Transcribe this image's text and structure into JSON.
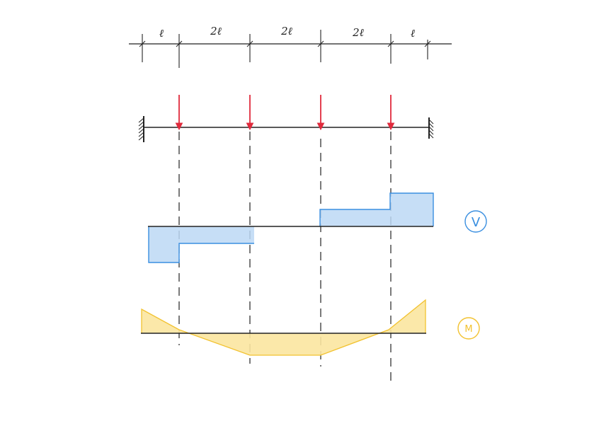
{
  "dimension_labels": [
    "ℓ",
    "2ℓ",
    "2ℓ",
    "2ℓ",
    "ℓ"
  ],
  "shear_diagram": {
    "label": "V",
    "color": "#3a8fe0",
    "fill": "#bcd8f4"
  },
  "moment_diagram": {
    "label": "M",
    "color": "#f2c230",
    "fill": "#fbe6a0"
  },
  "load_color": "#e02a3c",
  "line_color": "#222222"
}
